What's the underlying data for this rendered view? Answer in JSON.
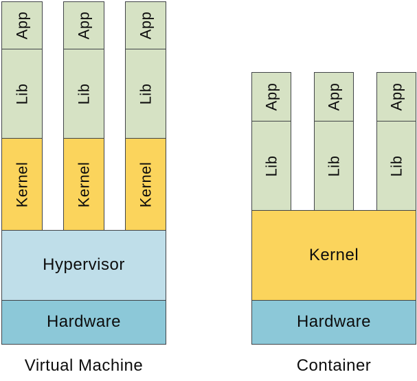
{
  "colors": {
    "app": "#d6e2c4",
    "kernel": "#fbd45c",
    "hypervisor": "#bfdee9",
    "hardware": "#8cc8d8",
    "border": "#404347",
    "text": "#0d0d0d"
  },
  "vm": {
    "caption": "Virtual Machine",
    "columns": [
      {
        "app": "App",
        "lib": "Lib",
        "kernel": "Kernel"
      },
      {
        "app": "App",
        "lib": "Lib",
        "kernel": "Kernel"
      },
      {
        "app": "App",
        "lib": "Lib",
        "kernel": "Kernel"
      }
    ],
    "hypervisor": "Hypervisor",
    "hardware": "Hardware"
  },
  "container": {
    "caption": "Container",
    "columns": [
      {
        "app": "App",
        "lib": "Lib"
      },
      {
        "app": "App",
        "lib": "Lib"
      },
      {
        "app": "App",
        "lib": "Lib"
      }
    ],
    "kernel": "Kernel",
    "hardware": "Hardware"
  }
}
